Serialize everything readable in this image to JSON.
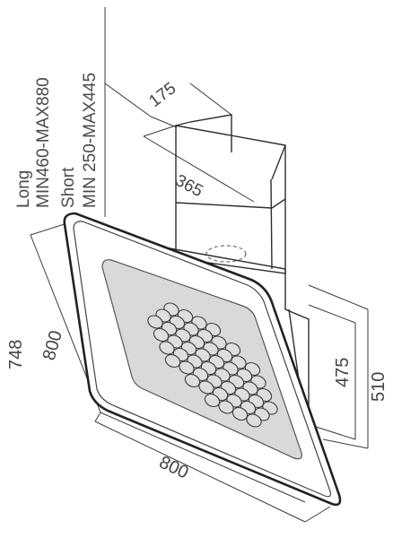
{
  "dimensions": {
    "chimney_width": "175",
    "chimney_depth": "365",
    "height_long_label": "Long",
    "height_long_range": "MIN460-MAX880",
    "height_short_label": "Short",
    "height_short_range": "MIN 250-MAX445",
    "total_height": "748",
    "panel_side": "800",
    "panel_width": "800",
    "body_height": "475",
    "body_depth": "510"
  },
  "grid": {
    "rows": 8,
    "cols": 8,
    "hole_radius_x": 8.5,
    "hole_radius_y": 6.5
  }
}
